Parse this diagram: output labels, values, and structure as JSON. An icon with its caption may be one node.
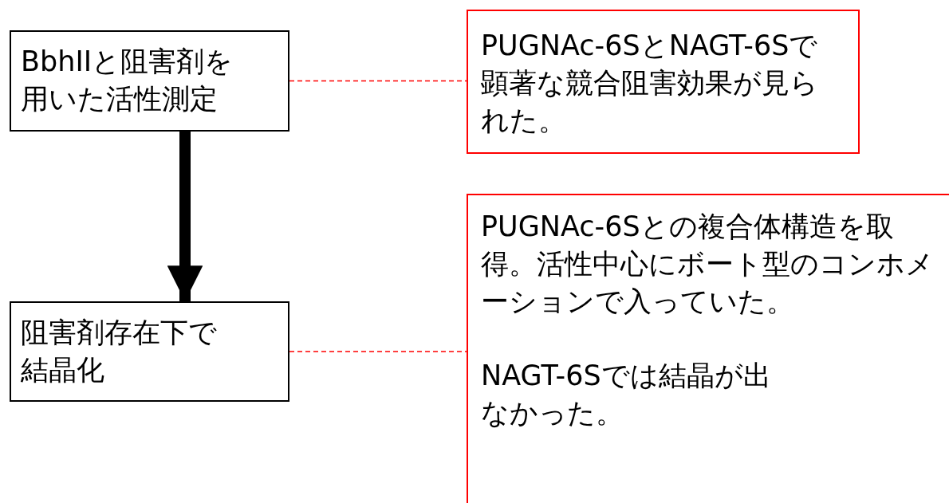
{
  "diagram": {
    "nodes": [
      {
        "text": [
          "BbhIIと阻害剤を用いた活性測定"
        ]
      },
      {
        "text": [
          "阻害剤存在下で結晶化"
        ]
      },
      {
        "text": [
          "PUGNAc-6SとNAGT-6Sで顕著な競合阻害効果が見られた。"
        ]
      },
      {
        "text": [
          "PUGNAc-6Sとの複合体構造を取得。活性中心にボート型のコンホメーションで入っていた。",
          "NAGT-6Sでは結晶が出なかった。"
        ]
      }
    ],
    "edges": [
      {
        "from": 0,
        "to": 1,
        "arrow": "to",
        "style": "thick",
        "color": "#000000"
      },
      {
        "from": 0,
        "to": 2,
        "arrow": "none",
        "style": "dashed",
        "color": "#ff0000"
      },
      {
        "from": 1,
        "to": 3,
        "arrow": "none",
        "style": "dashed",
        "color": "#ff0000"
      }
    ]
  }
}
